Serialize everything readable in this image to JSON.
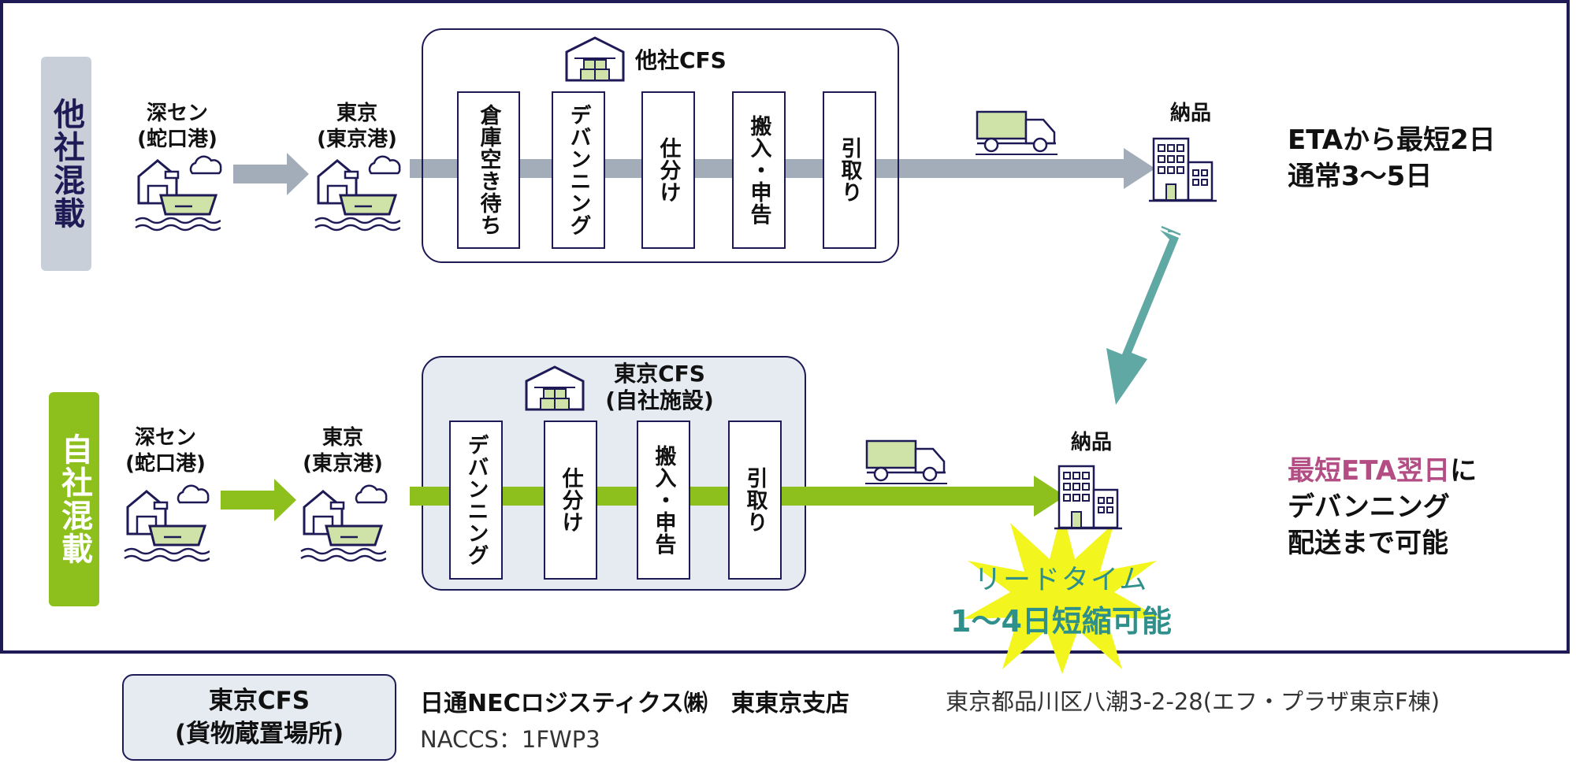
{
  "row_top": {
    "label": "他社混載",
    "origin": "深セン\n(蛇口港)",
    "port": "東京\n(東京港)",
    "cfs_title": "他社CFS",
    "steps": [
      "倉庫空き待ち",
      "デバンニング",
      "仕分け",
      "搬入・申告",
      "引取り"
    ],
    "delivery": "納品",
    "eta_line1": "ETAから最短2日",
    "eta_line2": "通常3〜5日"
  },
  "row_bottom": {
    "label": "自社混載",
    "origin": "深セン\n(蛇口港)",
    "port": "東京\n(東京港)",
    "cfs_title": "東京CFS\n(自社施設)",
    "steps": [
      "デバンニング",
      "仕分け",
      "搬入・申告",
      "引取り"
    ],
    "delivery": "納品",
    "highlight": "最短ETA翌日",
    "highlight_suffix": "に",
    "line2": "デバンニング",
    "line3": "配送まで可能"
  },
  "burst": {
    "line1": "リードタイム",
    "line2": "1〜4日短縮可能"
  },
  "footer": {
    "box_label": "東京CFS\n(貨物蔵置場所)",
    "company": "日通NECロジスティクス㈱　東東京支店",
    "address": "東京都品川区八潮3-2-28(エフ・プラザ東京F棟)",
    "naccs": "NACCS：1FWP3"
  },
  "colors": {
    "navy": "#1e1a55",
    "gray_arrow": "#a3adba",
    "green": "#8dbf1d",
    "teal_arrow": "#5fa8a3",
    "cfs_fill_bottom": "#e6ebf2",
    "highlight_pink": "#b34d84",
    "burst_yellow": "#f3f51e",
    "burst_text_teal": "#2f8f8a",
    "icon_fill": "#cfe2a8"
  }
}
